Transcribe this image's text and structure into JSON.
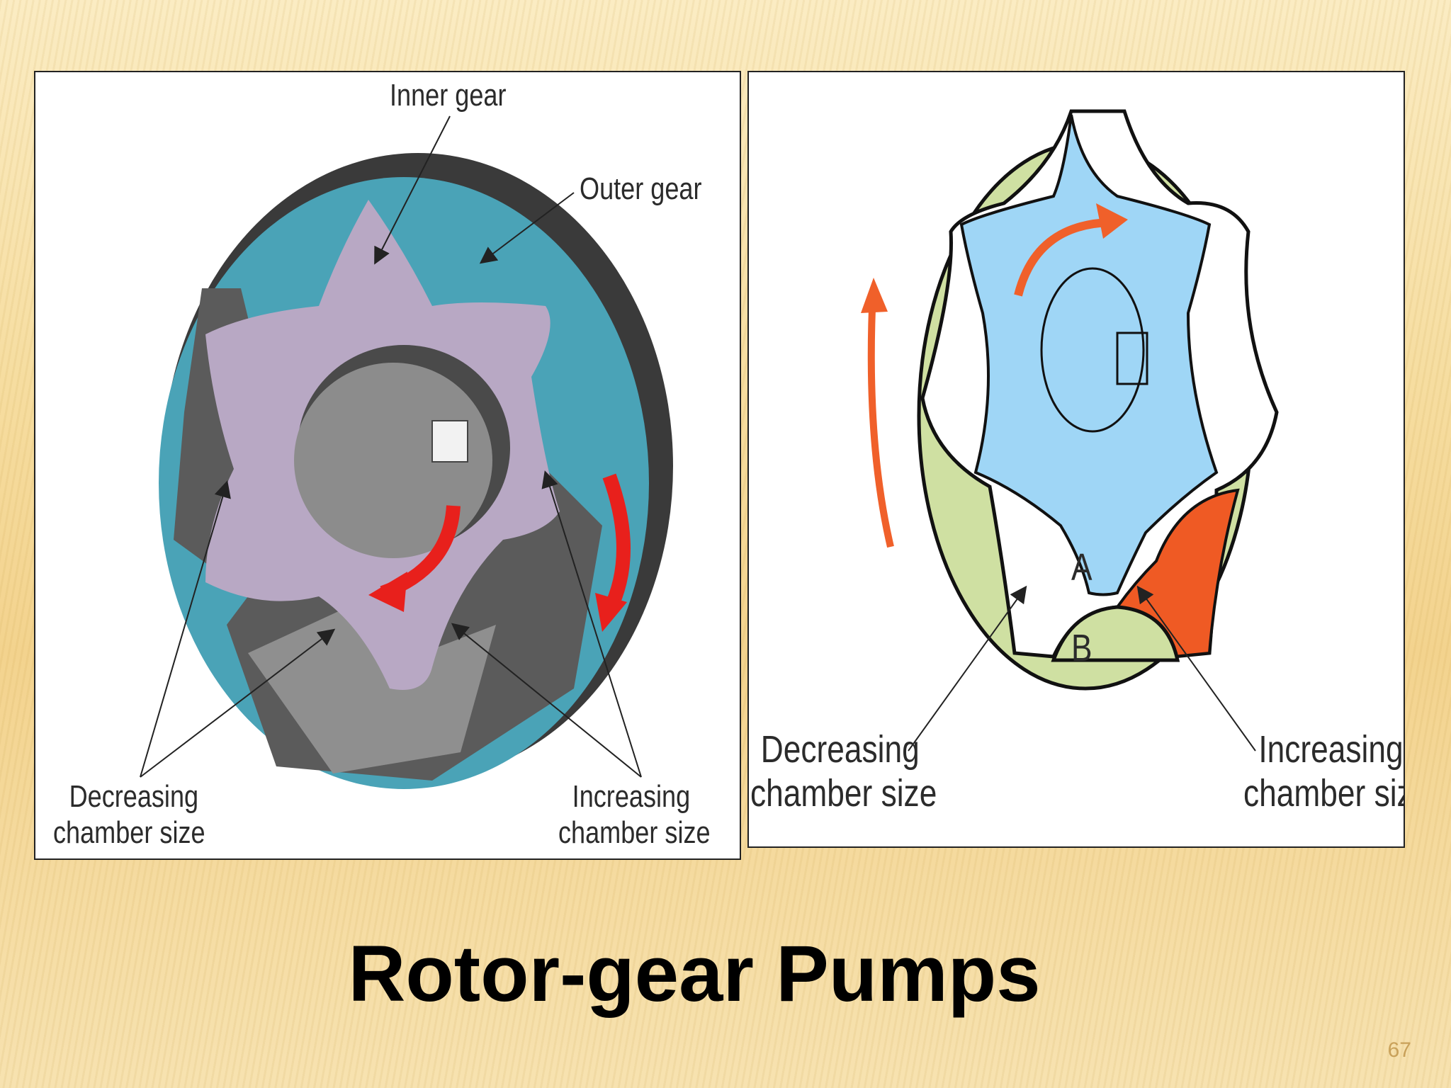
{
  "slide": {
    "title": "Rotor-gear Pumps",
    "page_number": "67"
  },
  "left_diagram": {
    "labels": {
      "inner_gear": "Inner gear",
      "outer_gear": "Outer gear",
      "decreasing_line1": "Decreasing",
      "decreasing_line2": "chamber size",
      "increasing_line1": "Increasing",
      "increasing_line2": "chamber size"
    }
  },
  "right_diagram": {
    "labels": {
      "point_a": "A",
      "point_b": "B",
      "decreasing_line1": "Decreasing",
      "decreasing_line2": "chamber size",
      "increasing_line1": "Increasing",
      "increasing_line2": "chamber size"
    }
  },
  "colors": {
    "outer_gear_left": "#4aa3b7",
    "inner_gear_left": "#b8a8c4",
    "arrow_left": "#e8201c",
    "outer_gear_right": "#cfe0a2",
    "inner_gear_right": "#9fd6f6",
    "arrow_right": "#f0602a",
    "chamber_increasing_right": "#ef5a24"
  }
}
